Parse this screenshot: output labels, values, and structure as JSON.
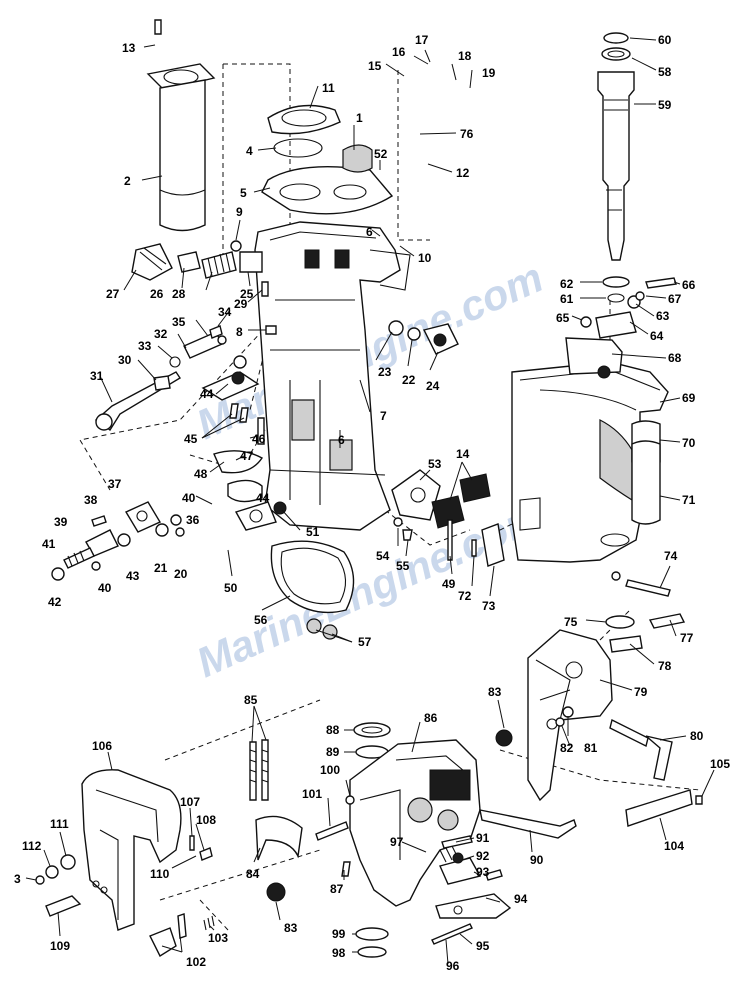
{
  "watermark": "MarineEngine.com",
  "callouts": [
    "13",
    "2",
    "11",
    "4",
    "1",
    "52",
    "5",
    "9",
    "17",
    "16",
    "18",
    "15",
    "19",
    "76",
    "12",
    "6",
    "10",
    "27",
    "26",
    "28",
    "25",
    "29",
    "8",
    "35",
    "34",
    "32",
    "33",
    "30",
    "31",
    "44",
    "45",
    "46",
    "47",
    "48",
    "40",
    "37",
    "38",
    "39",
    "41",
    "42",
    "43",
    "21",
    "20",
    "36",
    "23",
    "22",
    "24",
    "7",
    "53",
    "14",
    "51",
    "54",
    "55",
    "49",
    "72",
    "73",
    "50",
    "56",
    "57",
    "60",
    "58",
    "59",
    "62",
    "66",
    "61",
    "67",
    "65",
    "63",
    "64",
    "68",
    "69",
    "70",
    "71",
    "74",
    "75",
    "77",
    "78",
    "79",
    "80",
    "83",
    "86",
    "88",
    "89",
    "85",
    "100",
    "101",
    "97",
    "91",
    "92",
    "93",
    "94",
    "95",
    "96",
    "99",
    "98",
    "90",
    "87",
    "84",
    "82",
    "81",
    "105",
    "104",
    "106",
    "107",
    "108",
    "110",
    "111",
    "112",
    "3",
    "109",
    "102",
    "103"
  ]
}
